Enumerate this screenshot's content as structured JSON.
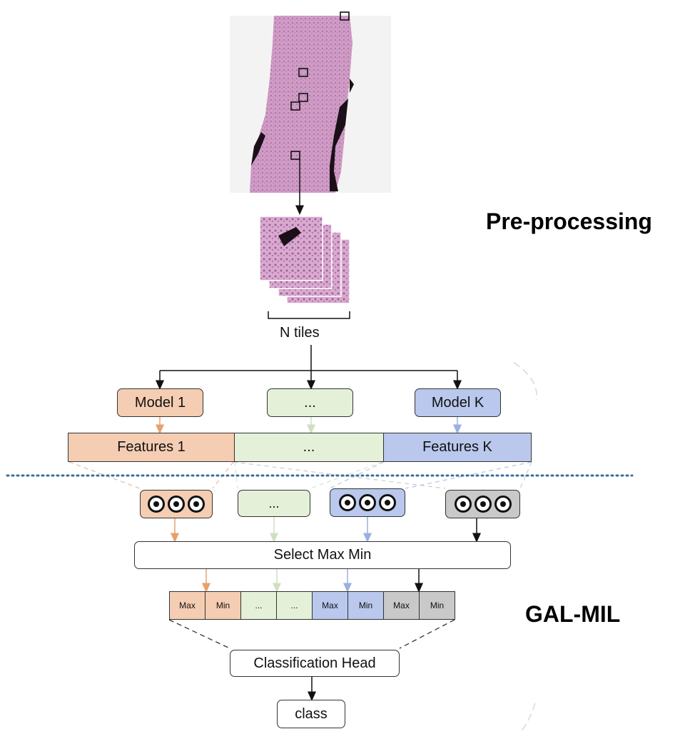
{
  "sections": {
    "preprocessing": "Pre-processing",
    "galmil": "GAL-MIL"
  },
  "tiles_label": "N tiles",
  "models": [
    {
      "label": "Model 1",
      "color": "#f4cdb2"
    },
    {
      "label": "...",
      "color": "#e4f0d8"
    },
    {
      "label": "Model K",
      "color": "#b9c8ec"
    }
  ],
  "features": [
    {
      "label": "Features 1",
      "color": "#f4cdb2"
    },
    {
      "label": "...",
      "color": "#e4f0d8"
    },
    {
      "label": "Features K",
      "color": "#b9c8ec"
    }
  ],
  "pools": [
    {
      "type": "dots",
      "color": "#f4cdb2"
    },
    {
      "type": "text",
      "label": "...",
      "color": "#e4f0d8"
    },
    {
      "type": "dots",
      "color": "#b9c8ec"
    },
    {
      "type": "dots",
      "color": "#c9c9c9"
    }
  ],
  "select_label": "Select Max Min",
  "vector_cells": [
    {
      "label": "Max",
      "color": "#f4cdb2"
    },
    {
      "label": "Min",
      "color": "#f4cdb2"
    },
    {
      "label": "...",
      "color": "#e4f0d8"
    },
    {
      "label": "...",
      "color": "#e4f0d8"
    },
    {
      "label": "Max",
      "color": "#b9c8ec"
    },
    {
      "label": "Min",
      "color": "#b9c8ec"
    },
    {
      "label": "Max",
      "color": "#c9c9c9"
    },
    {
      "label": "Min",
      "color": "#c9c9c9"
    }
  ],
  "head_label": "Classification Head",
  "class_label": "class",
  "colors": {
    "orange_arrow": "#e8a06e",
    "green_arrow": "#cfe0c2",
    "blue_arrow": "#9bb0e0",
    "divider": "#3a6e9a",
    "tissue_pink": "#cf9cc6",
    "tissue_dark": "#1c1018"
  }
}
